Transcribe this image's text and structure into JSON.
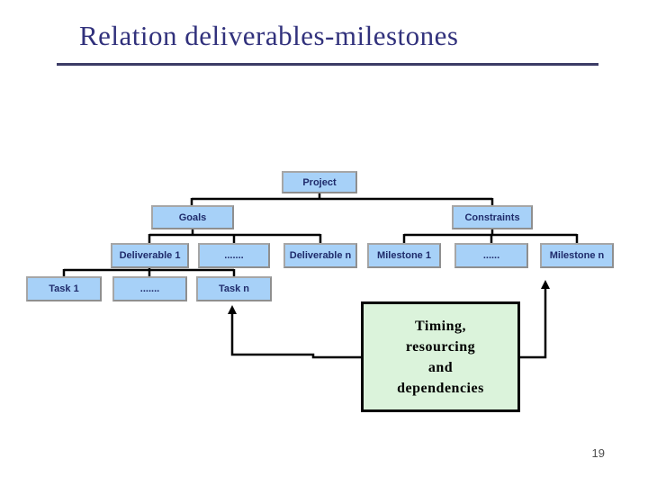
{
  "slide": {
    "title": "Relation deliverables-milestones",
    "page_number": "19"
  },
  "diagram": {
    "nodes": {
      "project": "Project",
      "goals": "Goals",
      "constraints": "Constraints",
      "deliverable_1": "Deliverable 1",
      "deliverable_dots": ".......",
      "deliverable_n": "Deliverable n",
      "milestone_1": "Milestone 1",
      "milestone_dots": "......",
      "milestone_n": "Milestone n",
      "task_1": "Task 1",
      "task_dots": ".......",
      "task_n": "Task n"
    },
    "note_text": "Timing,\nresourcing\nand\ndependencies",
    "colors": {
      "node_fill": "#A7D1F8",
      "node_border": "#A6A6A6",
      "node_text": "#1F2B6B",
      "note_fill": "#DBF3DB",
      "note_border": "#000000",
      "title_color": "#31317C",
      "title_rule_color": "#3C3C66",
      "connector_color": "#000000"
    }
  }
}
